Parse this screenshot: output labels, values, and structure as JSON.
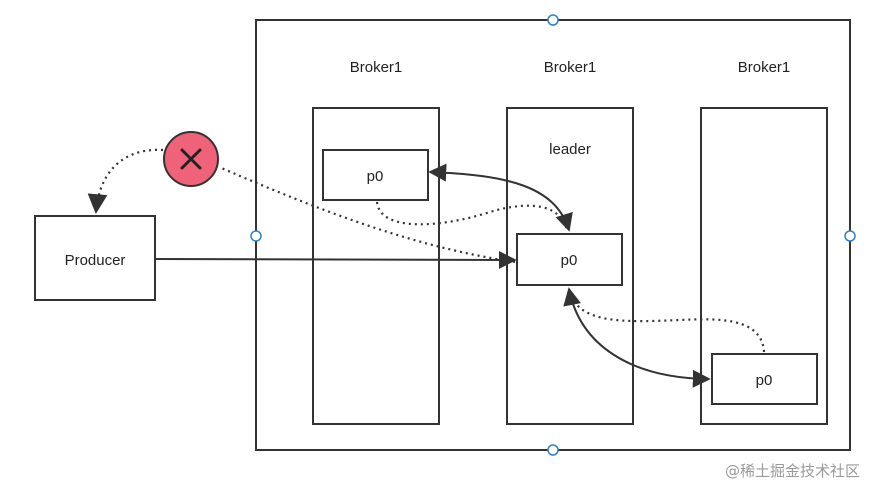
{
  "brokers": [
    {
      "title": "Broker1",
      "partition": "p0",
      "role": ""
    },
    {
      "title": "Broker1",
      "partition": "p0",
      "role": "leader"
    },
    {
      "title": "Broker1",
      "partition": "p0",
      "role": ""
    }
  ],
  "producer": {
    "label": "Producer"
  },
  "failure_marker": {
    "icon": "x-mark-icon",
    "color": "#f0627a"
  },
  "watermark": "@稀土掘金技术社区"
}
